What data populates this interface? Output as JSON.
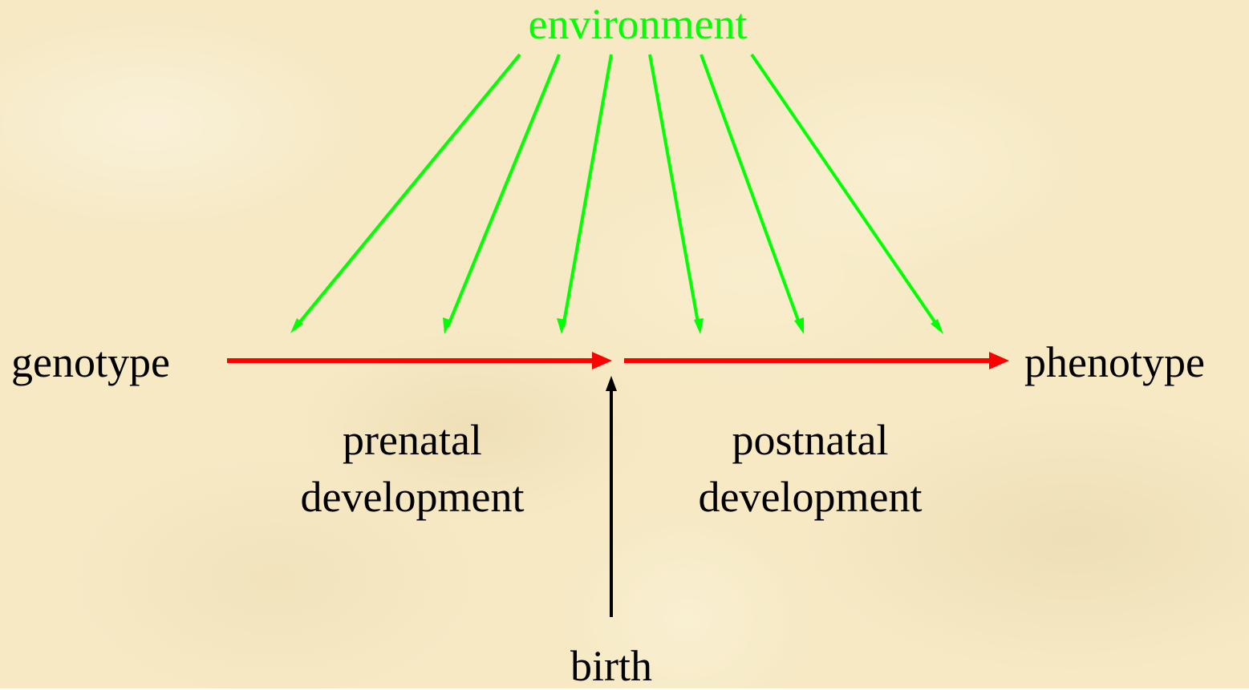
{
  "diagram": {
    "source": "environment",
    "start": "genotype",
    "end": "phenotype",
    "stage_1": [
      "prenatal",
      "development"
    ],
    "stage_2": [
      "postnatal",
      "development"
    ],
    "event": "birth"
  },
  "colors": {
    "background": "#f6e9c4",
    "environment_arrows": "#00ff00",
    "development_arrows": "#ff0000",
    "birth_arrow": "#000000",
    "text": "#000000"
  }
}
